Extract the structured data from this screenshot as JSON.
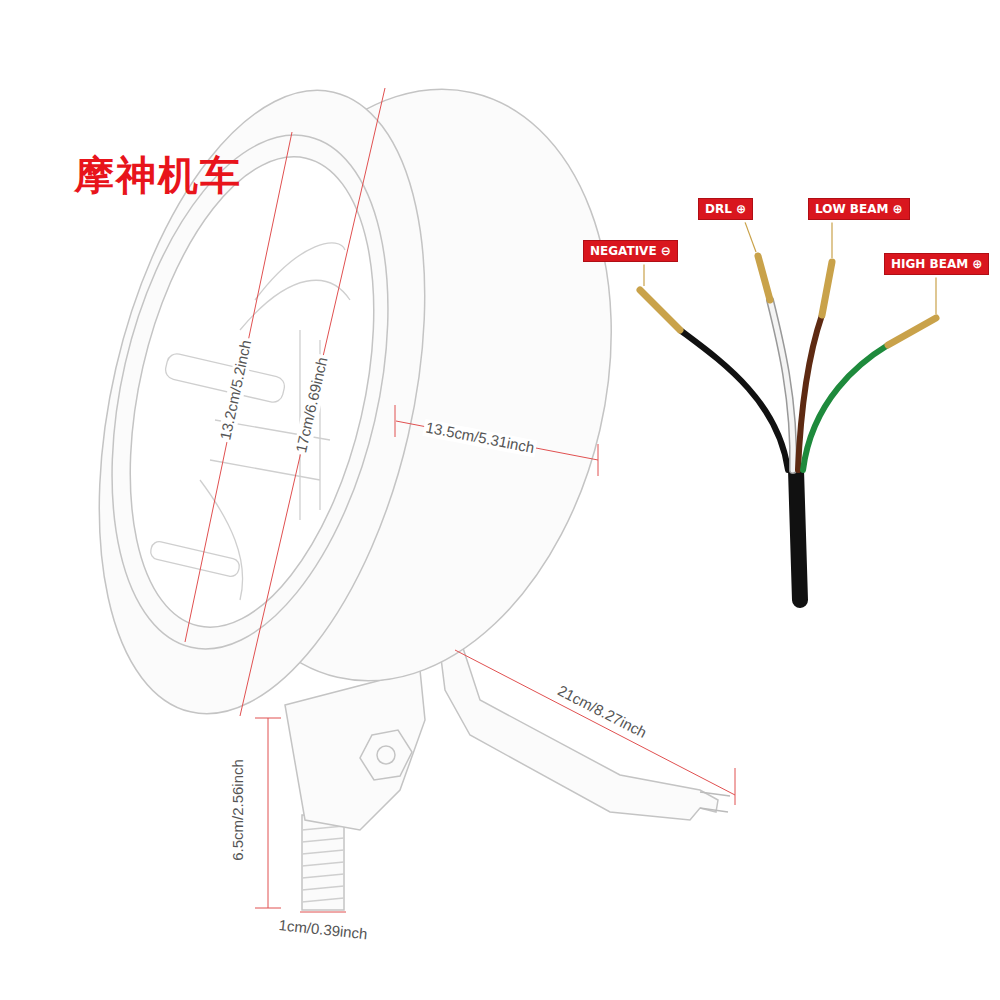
{
  "diagram": {
    "nodes": [
      {
        "text": [
          "NEGATIVE ⊖"
        ]
      },
      {
        "text": [
          "DRL ⊕"
        ]
      },
      {
        "text": [
          "LOW BEAM ⊕"
        ]
      },
      {
        "text": [
          "HIGH BEAM ⊕"
        ]
      }
    ],
    "labels": [
      "摩神机车",
      "13.2cm/5.2inch",
      "17cm/6.69inch",
      "13.5cm/5.31inch",
      "21cm/8.27inch",
      "6.5cm/2.56inch",
      "1cm/0.39inch"
    ]
  }
}
